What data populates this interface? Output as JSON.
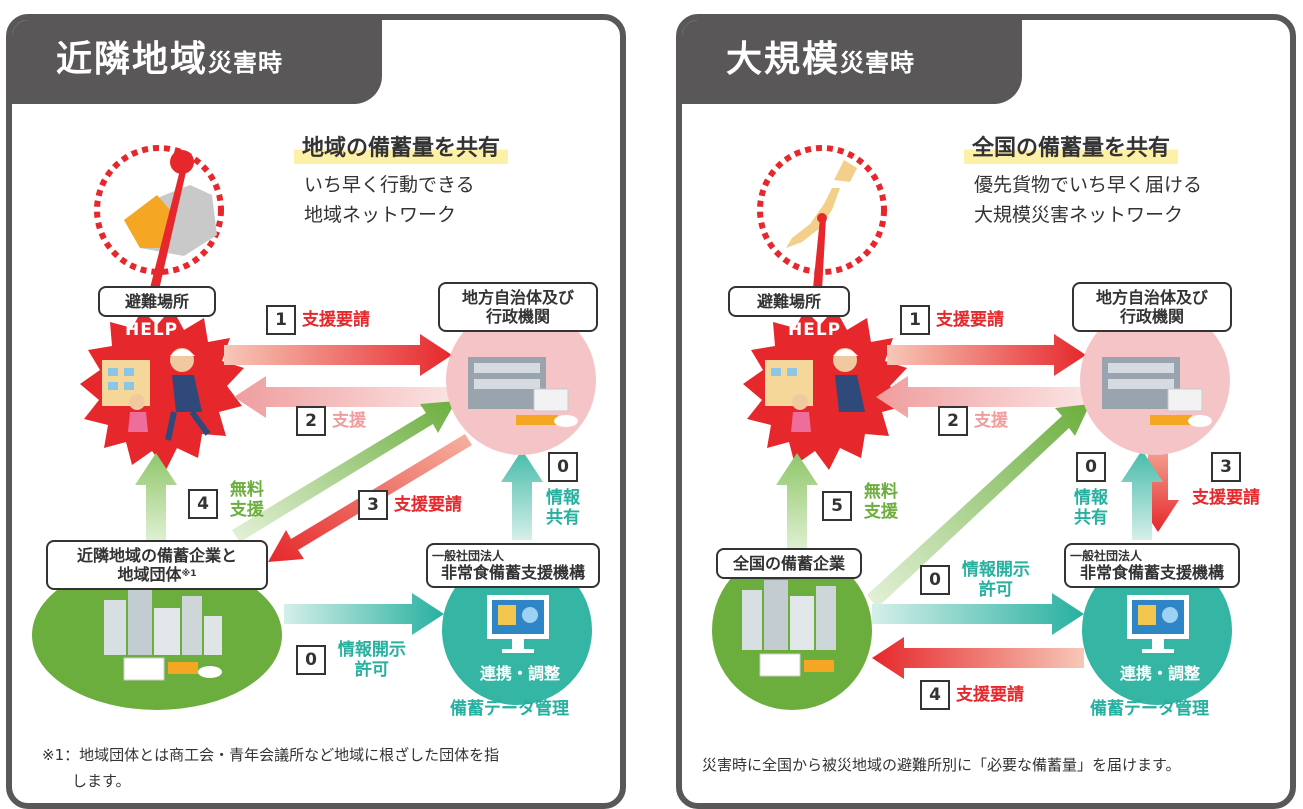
{
  "colors": {
    "dark": "#595757",
    "red": "#e6272b",
    "pink": "#ef9d9d",
    "green": "#6cae3e",
    "teal": "#26b09f",
    "highlight": "#fdf1a8"
  },
  "left": {
    "title_big": "近隣地域",
    "title_small": "災害時",
    "headline": "地域の備蓄量を共有",
    "subtitle": "いち早く行動できる\n地域ネットワーク",
    "shelter": "避難場所",
    "help": "HELP",
    "gov_line1": "地方自治体及び",
    "gov_line2": "行政機関",
    "org_small": "一般社団法人",
    "org_name": "非常食備蓄支援機構",
    "companies_line1": "近隣地域の備蓄企業と",
    "companies_line2": "地域団体",
    "companies_sup": "※1",
    "step1_num": "1",
    "step1_label": "支援要請",
    "step2_num": "2",
    "step2_label": "支援",
    "step3_num": "3",
    "step3_label": "支援要請",
    "step4_num": "4",
    "step4_label_1": "無料",
    "step4_label_2": "支援",
    "step0a_num": "0",
    "step0a_label_1": "情報",
    "step0a_label_2": "共有",
    "step0b_num": "0",
    "step0b_label_1": "情報開示",
    "step0b_label_2": "許可",
    "coordination": "連携・調整",
    "data_mgmt": "備蓄データ管理",
    "note_line1": "※1：地域団体とは商工会・青年会議所など地域に根ざした団体を指",
    "note_line2": "します。"
  },
  "right": {
    "title_big": "大規模",
    "title_small": "災害時",
    "headline": "全国の備蓄量を共有",
    "subtitle": "優先貨物でいち早く届ける\n大規模災害ネットワーク",
    "shelter": "避難場所",
    "help": "HELP",
    "gov_line1": "地方自治体及び",
    "gov_line2": "行政機関",
    "org_small": "一般社団法人",
    "org_name": "非常食備蓄支援機構",
    "companies": "全国の備蓄企業",
    "step1_num": "1",
    "step1_label": "支援要請",
    "step2_num": "2",
    "step2_label": "支援",
    "step3_num": "3",
    "step3_label": "支援要請",
    "step4_num": "4",
    "step4_label": "支援要請",
    "step5_num": "5",
    "step5_label_1": "無料",
    "step5_label_2": "支援",
    "step0a_num": "0",
    "step0a_label_1": "情報",
    "step0a_label_2": "共有",
    "step0b_num": "0",
    "step0b_label_1": "情報開示",
    "step0b_label_2": "許可",
    "coordination": "連携・調整",
    "data_mgmt": "備蓄データ管理",
    "note": "災害時に全国から被災地域の避難所別に「必要な備蓄量」を届けます。"
  }
}
